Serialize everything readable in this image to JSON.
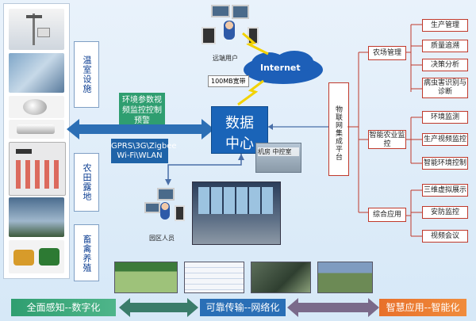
{
  "diagram": {
    "left_categories": [
      {
        "label": "温室设施"
      },
      {
        "label": "农田露地"
      },
      {
        "label": "畜禽养殖"
      }
    ],
    "env_box": {
      "text": "环境参数视频监控控制预警"
    },
    "comm_box": {
      "line1": "GPRS\\3G\\Zigbee",
      "line2": "Wi-Fi\\WLAN"
    },
    "center": {
      "line1": "数据",
      "line2": "中心"
    },
    "control_room": {
      "label": "机房 中控室"
    },
    "remote_users": {
      "label": "远端用户"
    },
    "internet": {
      "label": "Internet"
    },
    "bandwidth": {
      "label": "100MB宽带"
    },
    "park_staff": {
      "label": "园区人员"
    },
    "iot_platform": {
      "label": "物联网集成平台"
    },
    "groups": [
      {
        "label": "农场管理",
        "items": [
          "生产管理",
          "质量追溯",
          "决策分析",
          "病虫害识别与诊断"
        ]
      },
      {
        "label": "智能农业监控",
        "items": [
          "环境监测",
          "生产视频监控",
          "智能环境控制"
        ]
      },
      {
        "label": "综合应用",
        "items": [
          "三维虚拟展示",
          "安防监控",
          "视频会议"
        ]
      }
    ],
    "bottom": {
      "left": "全面感知--数字化",
      "middle": "可靠传输--网络化",
      "right": "智慧应用--智能化"
    },
    "colors": {
      "accent_blue": "#1a64b8",
      "green": "#2f9e70",
      "orange": "#e8702a",
      "red_border": "#c0392b"
    }
  }
}
